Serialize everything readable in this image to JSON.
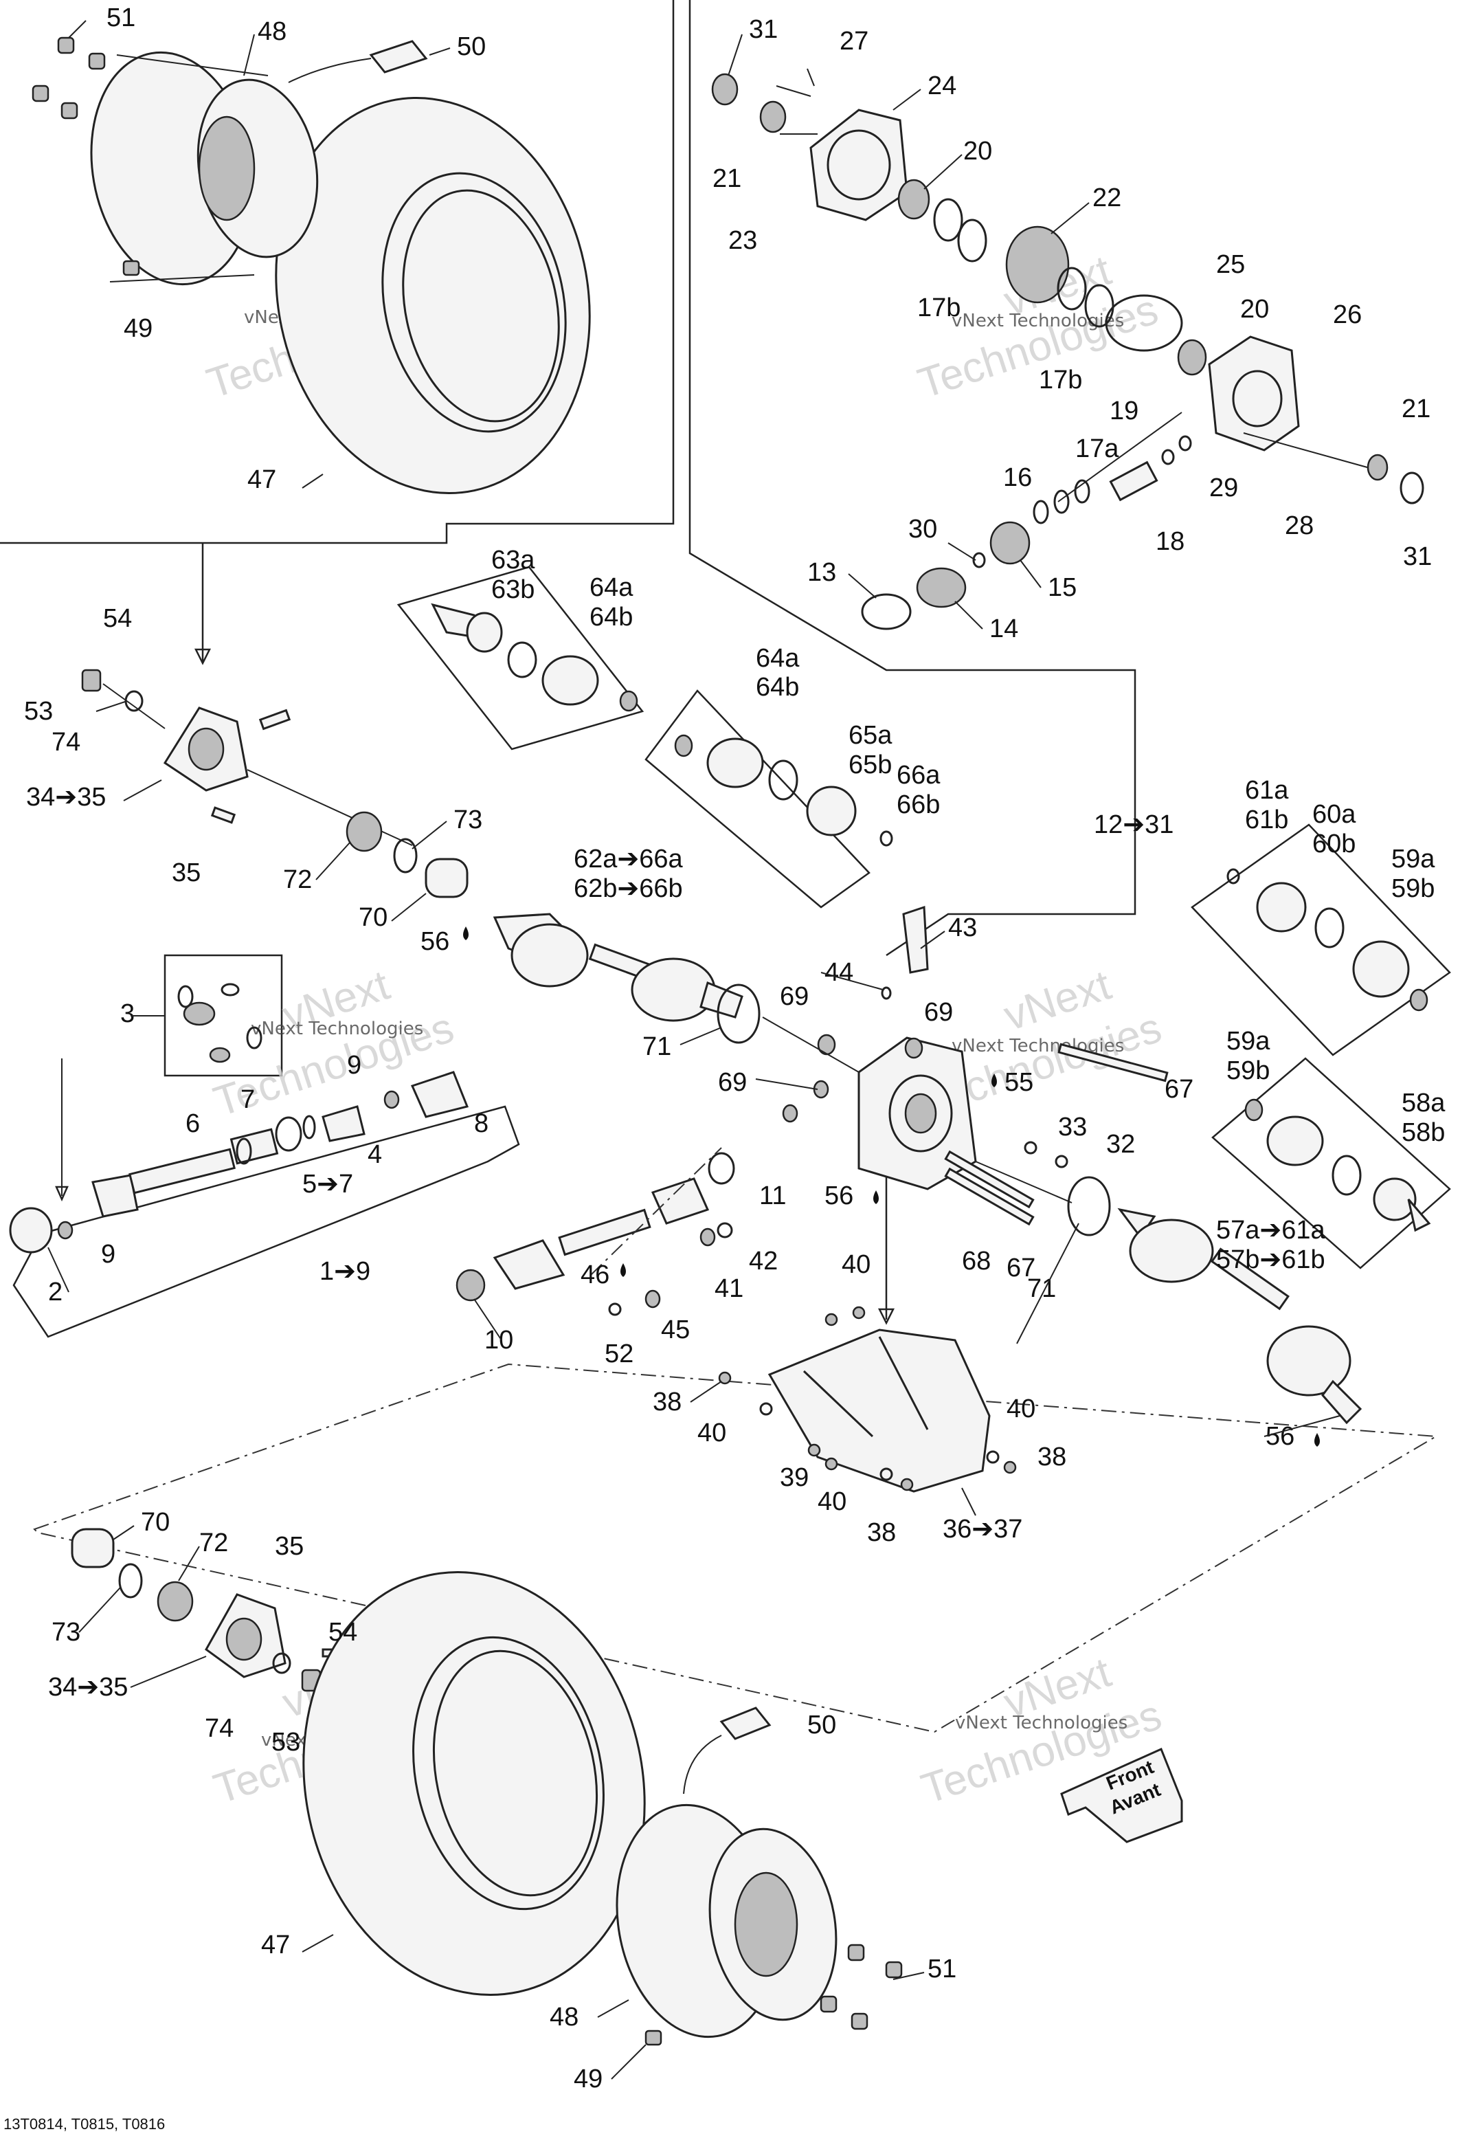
{
  "reference_code": "13T0814, T0815, T0816",
  "watermark": {
    "line1": "vNext",
    "line2": "Technologies",
    "small": "vNext Technologies"
  },
  "front_sign": {
    "line1": "Front",
    "line2": "Avant"
  },
  "drop_icon": "oil-drop-icon",
  "callouts": {
    "c51a": "51",
    "c48a": "48",
    "c50a": "50",
    "c49a": "49",
    "c47a": "47",
    "c31a": "31",
    "c27": "27",
    "c24": "24",
    "c21a": "21",
    "c20a": "20",
    "c23": "23",
    "c22": "22",
    "c17b_a": "17b",
    "c17b_b": "17b",
    "c25": "25",
    "c20b": "20",
    "c26": "26",
    "c19": "19",
    "c17a": "17a",
    "c16": "16",
    "c29": "29",
    "c21b": "21",
    "c18": "18",
    "c28": "28",
    "c31b": "31",
    "c30": "30",
    "c15": "15",
    "c13": "13",
    "c14": "14",
    "c63a": "63a",
    "c63b": "63b",
    "c64a_1": "64a",
    "c64b_1": "64b",
    "c64a_2": "64a",
    "c64b_2": "64b",
    "c65a": "65a",
    "c65b": "65b",
    "c66a": "66a",
    "c66b": "66b",
    "c62_66a": "62a➔66a",
    "c62_66b": "62b➔66b",
    "c12_31": "12➔31",
    "c54a": "54",
    "c53a": "53",
    "c74a": "74",
    "c34_35a": "34➔35",
    "c35a": "35",
    "c72a": "72",
    "c73a": "73",
    "c70a": "70",
    "c56a": "56",
    "c61a": "61a",
    "c61b": "61b",
    "c60a": "60a",
    "c60b": "60b",
    "c59a_1": "59a",
    "c59b_1": "59b",
    "c43": "43",
    "c44": "44",
    "c69a": "69",
    "c69b": "69",
    "c69c": "69",
    "c55": "55",
    "c67a": "67",
    "c71a": "71",
    "c33": "33",
    "c32": "32",
    "c59a_2": "59a",
    "c59b_2": "59b",
    "c58a": "58a",
    "c58b": "58b",
    "c3": "3",
    "c9a": "9",
    "c7": "7",
    "c6": "6",
    "c4": "4",
    "c8": "8",
    "c5_7": "5➔7",
    "c9b": "9",
    "c2": "2",
    "c1_9": "1➔9",
    "c11": "11",
    "c56b": "56",
    "c46": "46",
    "c42": "42",
    "c41": "41",
    "c68": "68",
    "c67b": "67",
    "c71b": "71",
    "c57a_61a": "57a➔61a",
    "c57b_61b": "57b➔61b",
    "c10": "10",
    "c52": "52",
    "c45": "45",
    "c40a": "40",
    "c38a": "38",
    "c40b": "40",
    "c39": "39",
    "c40c": "40",
    "c38b": "38",
    "c40d": "40",
    "c38c": "38",
    "c36_37": "36➔37",
    "c56c": "56",
    "c70b": "70",
    "c72b": "72",
    "c35b": "35",
    "c73b": "73",
    "c54b": "54",
    "c34_35b": "34➔35",
    "c74b": "74",
    "c53b": "53",
    "c50b": "50",
    "c47b": "47",
    "c51b": "51",
    "c48b": "48",
    "c49b": "49"
  }
}
